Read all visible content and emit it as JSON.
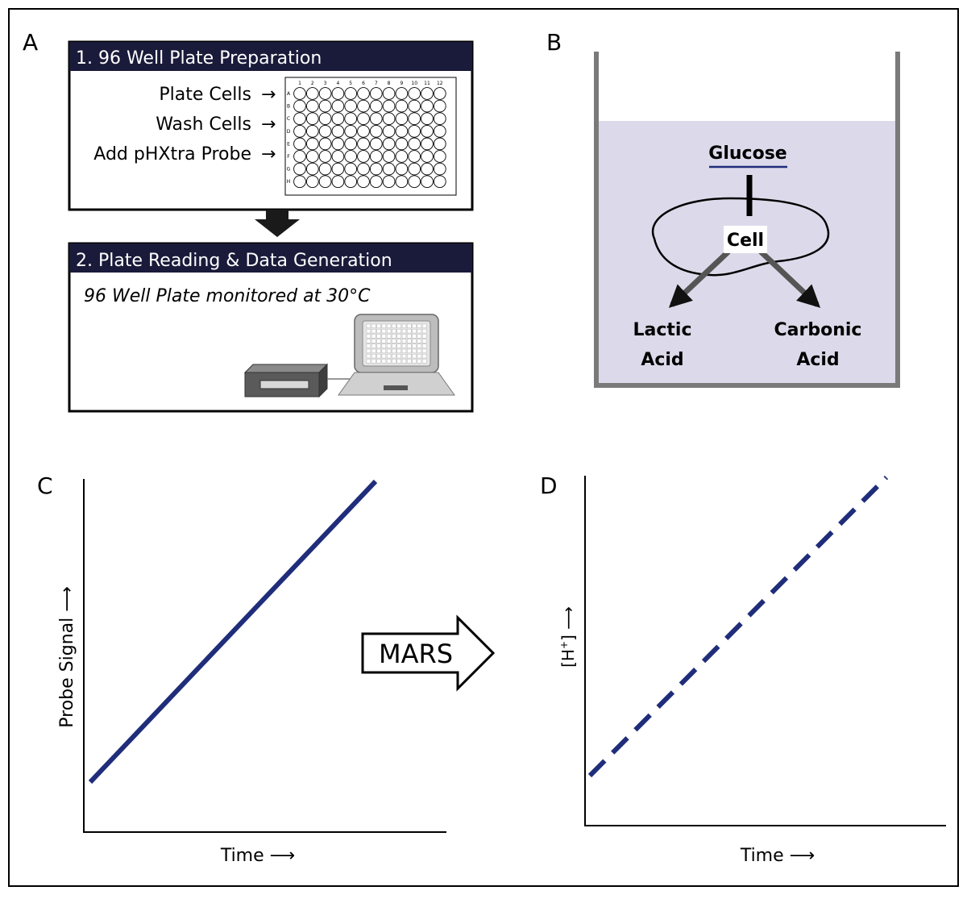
{
  "panels": {
    "a": {
      "letter": "A",
      "step1_title": "1. 96 Well Plate Preparation",
      "steps": [
        "Plate Cells",
        "Wash Cells",
        "Add pHXtra Probe"
      ],
      "arrow_glyph": "→",
      "plate_columns": [
        "1",
        "2",
        "3",
        "4",
        "5",
        "6",
        "7",
        "8",
        "9",
        "10",
        "11",
        "12"
      ],
      "plate_rows": [
        "A",
        "B",
        "C",
        "D",
        "E",
        "F",
        "G",
        "H"
      ],
      "step2_title": "2. Plate Reading & Data Generation",
      "step2_caption": "96 Well Plate monitored at 30°C"
    },
    "b": {
      "letter": "B",
      "glucose": "Glucose",
      "cell": "Cell",
      "lactic_line1": "Lactic",
      "lactic_line2": "Acid",
      "carbonic_line1": "Carbonic",
      "carbonic_line2": "Acid"
    },
    "c": {
      "letter": "C",
      "ylabel": "Probe Signal ⟶",
      "xlabel": "Time ⟶"
    },
    "d": {
      "letter": "D",
      "ylabel_main": "[H",
      "ylabel_sup": "+",
      "ylabel_close": "]",
      "ylabel_arrow": " ⟶",
      "xlabel": "Time ⟶"
    },
    "mars": {
      "label": "MARS"
    }
  },
  "colors": {
    "header_bg": "#1a1a3a",
    "line_blue": "#1f2d7a",
    "liquid": "#dcdaea",
    "beaker": "#7a7a7a",
    "reader_dark": "#555555"
  },
  "chart_data": [
    {
      "type": "line",
      "title": "",
      "xlabel": "Time",
      "ylabel": "Probe Signal",
      "series": [
        {
          "style": "solid",
          "x": [
            0,
            1
          ],
          "y": [
            0.1,
            1.0
          ]
        }
      ]
    },
    {
      "type": "line",
      "title": "",
      "xlabel": "Time",
      "ylabel": "[H+]",
      "series": [
        {
          "style": "dashed",
          "x": [
            0,
            1
          ],
          "y": [
            0.15,
            1.0
          ]
        }
      ]
    }
  ]
}
